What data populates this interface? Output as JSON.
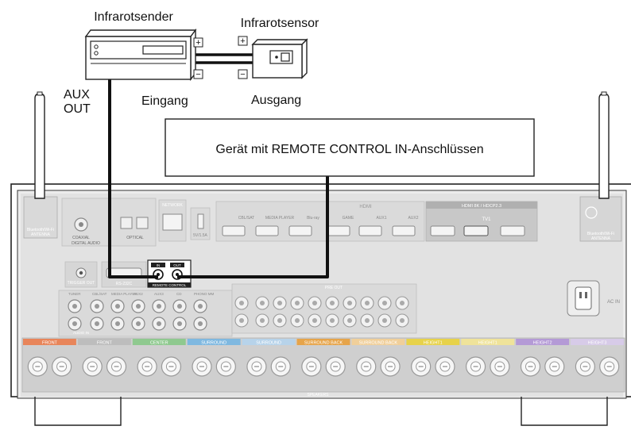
{
  "labels": {
    "ir_transmitter": "Infrarotsender",
    "ir_sensor": "Infrarotsensor",
    "aux_out_line1": "AUX",
    "aux_out_line2": "OUT",
    "input": "Eingang",
    "output": "Ausgang",
    "device_box": "Gerät mit REMOTE CONTROL IN-Anschlüssen",
    "plus": "+",
    "minus": "−"
  },
  "panel": {
    "bt_antenna_left": "Bluetooth/Wi-Fi",
    "antenna_word": "ANTENNA",
    "bt_antenna_right": "Bluetooth/Wi-Fi",
    "optical": "OPTICAL",
    "coaxial": "COAXIAL",
    "digital_audio": "DIGITAL AUDIO",
    "network": "NETWORK",
    "usb": "5V/1.5A",
    "hdmi": "HDMI",
    "hdmi_inputs": [
      "CBL/SAT",
      "MEDIA PLAYER",
      "Blu-ray",
      "GAME",
      "AUX1",
      "AUX2"
    ],
    "hdmi_right": "HDMI 8K / HDCP2.3",
    "tv1": "TV1",
    "trigger_out": "TRIGGER OUT",
    "rs232c": "RS-232C",
    "remote_in": "IN",
    "remote_out": "OUT",
    "remote_control": "REMOTE CONTROL",
    "audio_in": "AUDIO IN",
    "analog_inputs": [
      "TUNER",
      "CBL/SAT",
      "MEDIA PLAYER",
      "AUX2",
      "AUX3",
      "CD",
      "PHONO MM"
    ],
    "pre_out": "PRE OUT",
    "ac_in": "AC IN",
    "speakers": "SPEAKERS",
    "speaker_groups": [
      {
        "label": "FRONT",
        "color": "#e8855a"
      },
      {
        "label": "FRONT",
        "color": "#bdbdbd"
      },
      {
        "label": "CENTER",
        "color": "#8fc98f"
      },
      {
        "label": "SURROUND",
        "color": "#7fb8e0"
      },
      {
        "label": "SURROUND",
        "color": "#b7d3ea"
      },
      {
        "label": "SURROUND BACK",
        "color": "#e6a44a"
      },
      {
        "label": "SURROUND BACK",
        "color": "#f0cf9a"
      },
      {
        "label": "HEIGHT1",
        "color": "#e7d24a"
      },
      {
        "label": "HEIGHT1",
        "color": "#efe39a"
      },
      {
        "label": "HEIGHT2",
        "color": "#b49ad6"
      },
      {
        "label": "HEIGHT3",
        "color": "#d7cbe8"
      }
    ]
  }
}
